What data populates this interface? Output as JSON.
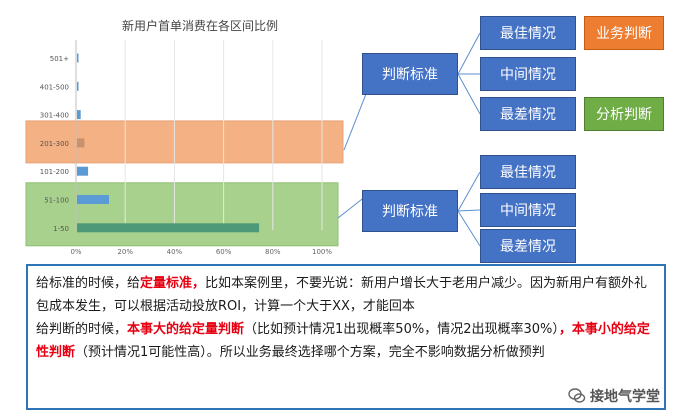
{
  "chart_data": {
    "type": "bar",
    "orientation": "horizontal",
    "title": "新用户首单消费在各区间比例",
    "categories": [
      "501+",
      "401-500",
      "301-400",
      "201-300",
      "101-200",
      "51-100",
      "1-50"
    ],
    "values": [
      0.005,
      0.005,
      0.015,
      0.03,
      0.045,
      0.13,
      0.74
    ],
    "x_ticks": [
      "0%",
      "20%",
      "40%",
      "60%",
      "80%",
      "100%"
    ],
    "xlim": [
      0,
      1
    ],
    "bar_color": "#5b9bd5",
    "highlights": [
      {
        "category": "201-300",
        "color": "#f4b183"
      },
      {
        "category": "1-50",
        "color": "#a9d18e"
      }
    ],
    "xlabel": "",
    "ylabel": ""
  },
  "diagram": {
    "upper_judge": "判断标准",
    "upper_cases": [
      "最佳情况",
      "中间情况",
      "最差情况"
    ],
    "business_tag": "业务判断",
    "lower_judge": "判断标准",
    "lower_cases": [
      "最佳情况",
      "中间情况",
      "最差情况"
    ],
    "analysis_tag": "分析判断"
  },
  "text": {
    "line1_a": "给标准的时候，给",
    "line1_em": "定量标准，",
    "line1_b": "比如本案例里，不要光说：新用户增长大于老用户减少。因为新用户有额外礼包成本发生，可以根据活动投放ROI，计算一个大于XX，才能回本",
    "line2_a": "给判断的时候，",
    "line2_em1": "本事大的给定量判断",
    "line2_b": "（比如预计情况1出现概率50%，情况2出现概率30%）",
    "line2_em2": "，本事小的给定性判断",
    "line2_c": "（预计情况1可能性高）。所以业务最终选择哪个方案，完全不影响数据分析做预判"
  },
  "watermark": "接地气学堂"
}
